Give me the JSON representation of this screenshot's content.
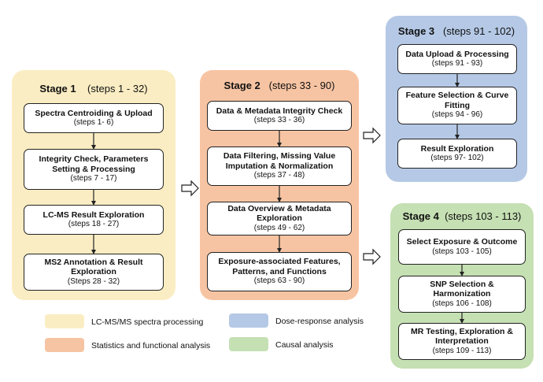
{
  "colors": {
    "stage1": "#fbedc3",
    "stage2": "#f7c4a3",
    "stage3": "#b5c9e6",
    "stage4": "#c5e0b3"
  },
  "stage1": {
    "title": "Stage 1",
    "steps": "(steps 1 - 32)",
    "boxes": [
      {
        "title": "Spectra Centroiding & Upload",
        "steps": "(steps 1- 6)"
      },
      {
        "title": "Integrity Check, Parameters Setting & Processing",
        "steps": "(steps 7 - 17)"
      },
      {
        "title": "LC-MS Result Exploration",
        "steps": "(steps 18 - 27)"
      },
      {
        "title": "MS2 Annotation & Result Exploration",
        "steps": "(Steps 28 - 32)"
      }
    ]
  },
  "stage2": {
    "title": "Stage 2",
    "steps": "(steps 33 - 90)",
    "boxes": [
      {
        "title": "Data & Metadata Integrity Check",
        "steps": "(steps 33 - 36)"
      },
      {
        "title": "Data Filtering, Missing Value Imputation & Normalization",
        "steps": "(steps 37 - 48)"
      },
      {
        "title": "Data Overview & Metadata Exploration",
        "steps": "(steps 49 - 62)"
      },
      {
        "title": "Exposure-associated Features, Patterns, and Functions",
        "steps": "(steps 63 - 90)"
      }
    ]
  },
  "stage3": {
    "title": "Stage 3",
    "steps": "(steps 91 - 102)",
    "boxes": [
      {
        "title": "Data Upload & Processing",
        "steps": "(steps 91 - 93)"
      },
      {
        "title": "Feature Selection & Curve Fitting",
        "steps": "(steps 94 - 96)"
      },
      {
        "title": "Result Exploration",
        "steps": "(steps 97- 102)"
      }
    ]
  },
  "stage4": {
    "title": "Stage 4",
    "steps": "(steps 103 - 113)",
    "boxes": [
      {
        "title": "Select Exposure & Outcome",
        "steps": "(steps 103 - 105)"
      },
      {
        "title": "SNP Selection & Harmonization",
        "steps": "(steps 106 - 108)"
      },
      {
        "title": "MR Testing, Exploration & Interpretation",
        "steps": "(steps 109 - 113)"
      }
    ]
  },
  "legend": {
    "stage1": "LC-MS/MS spectra processing",
    "stage2": "Statistics and functional analysis",
    "stage3": "Dose-response analysis",
    "stage4": "Causal analysis"
  }
}
